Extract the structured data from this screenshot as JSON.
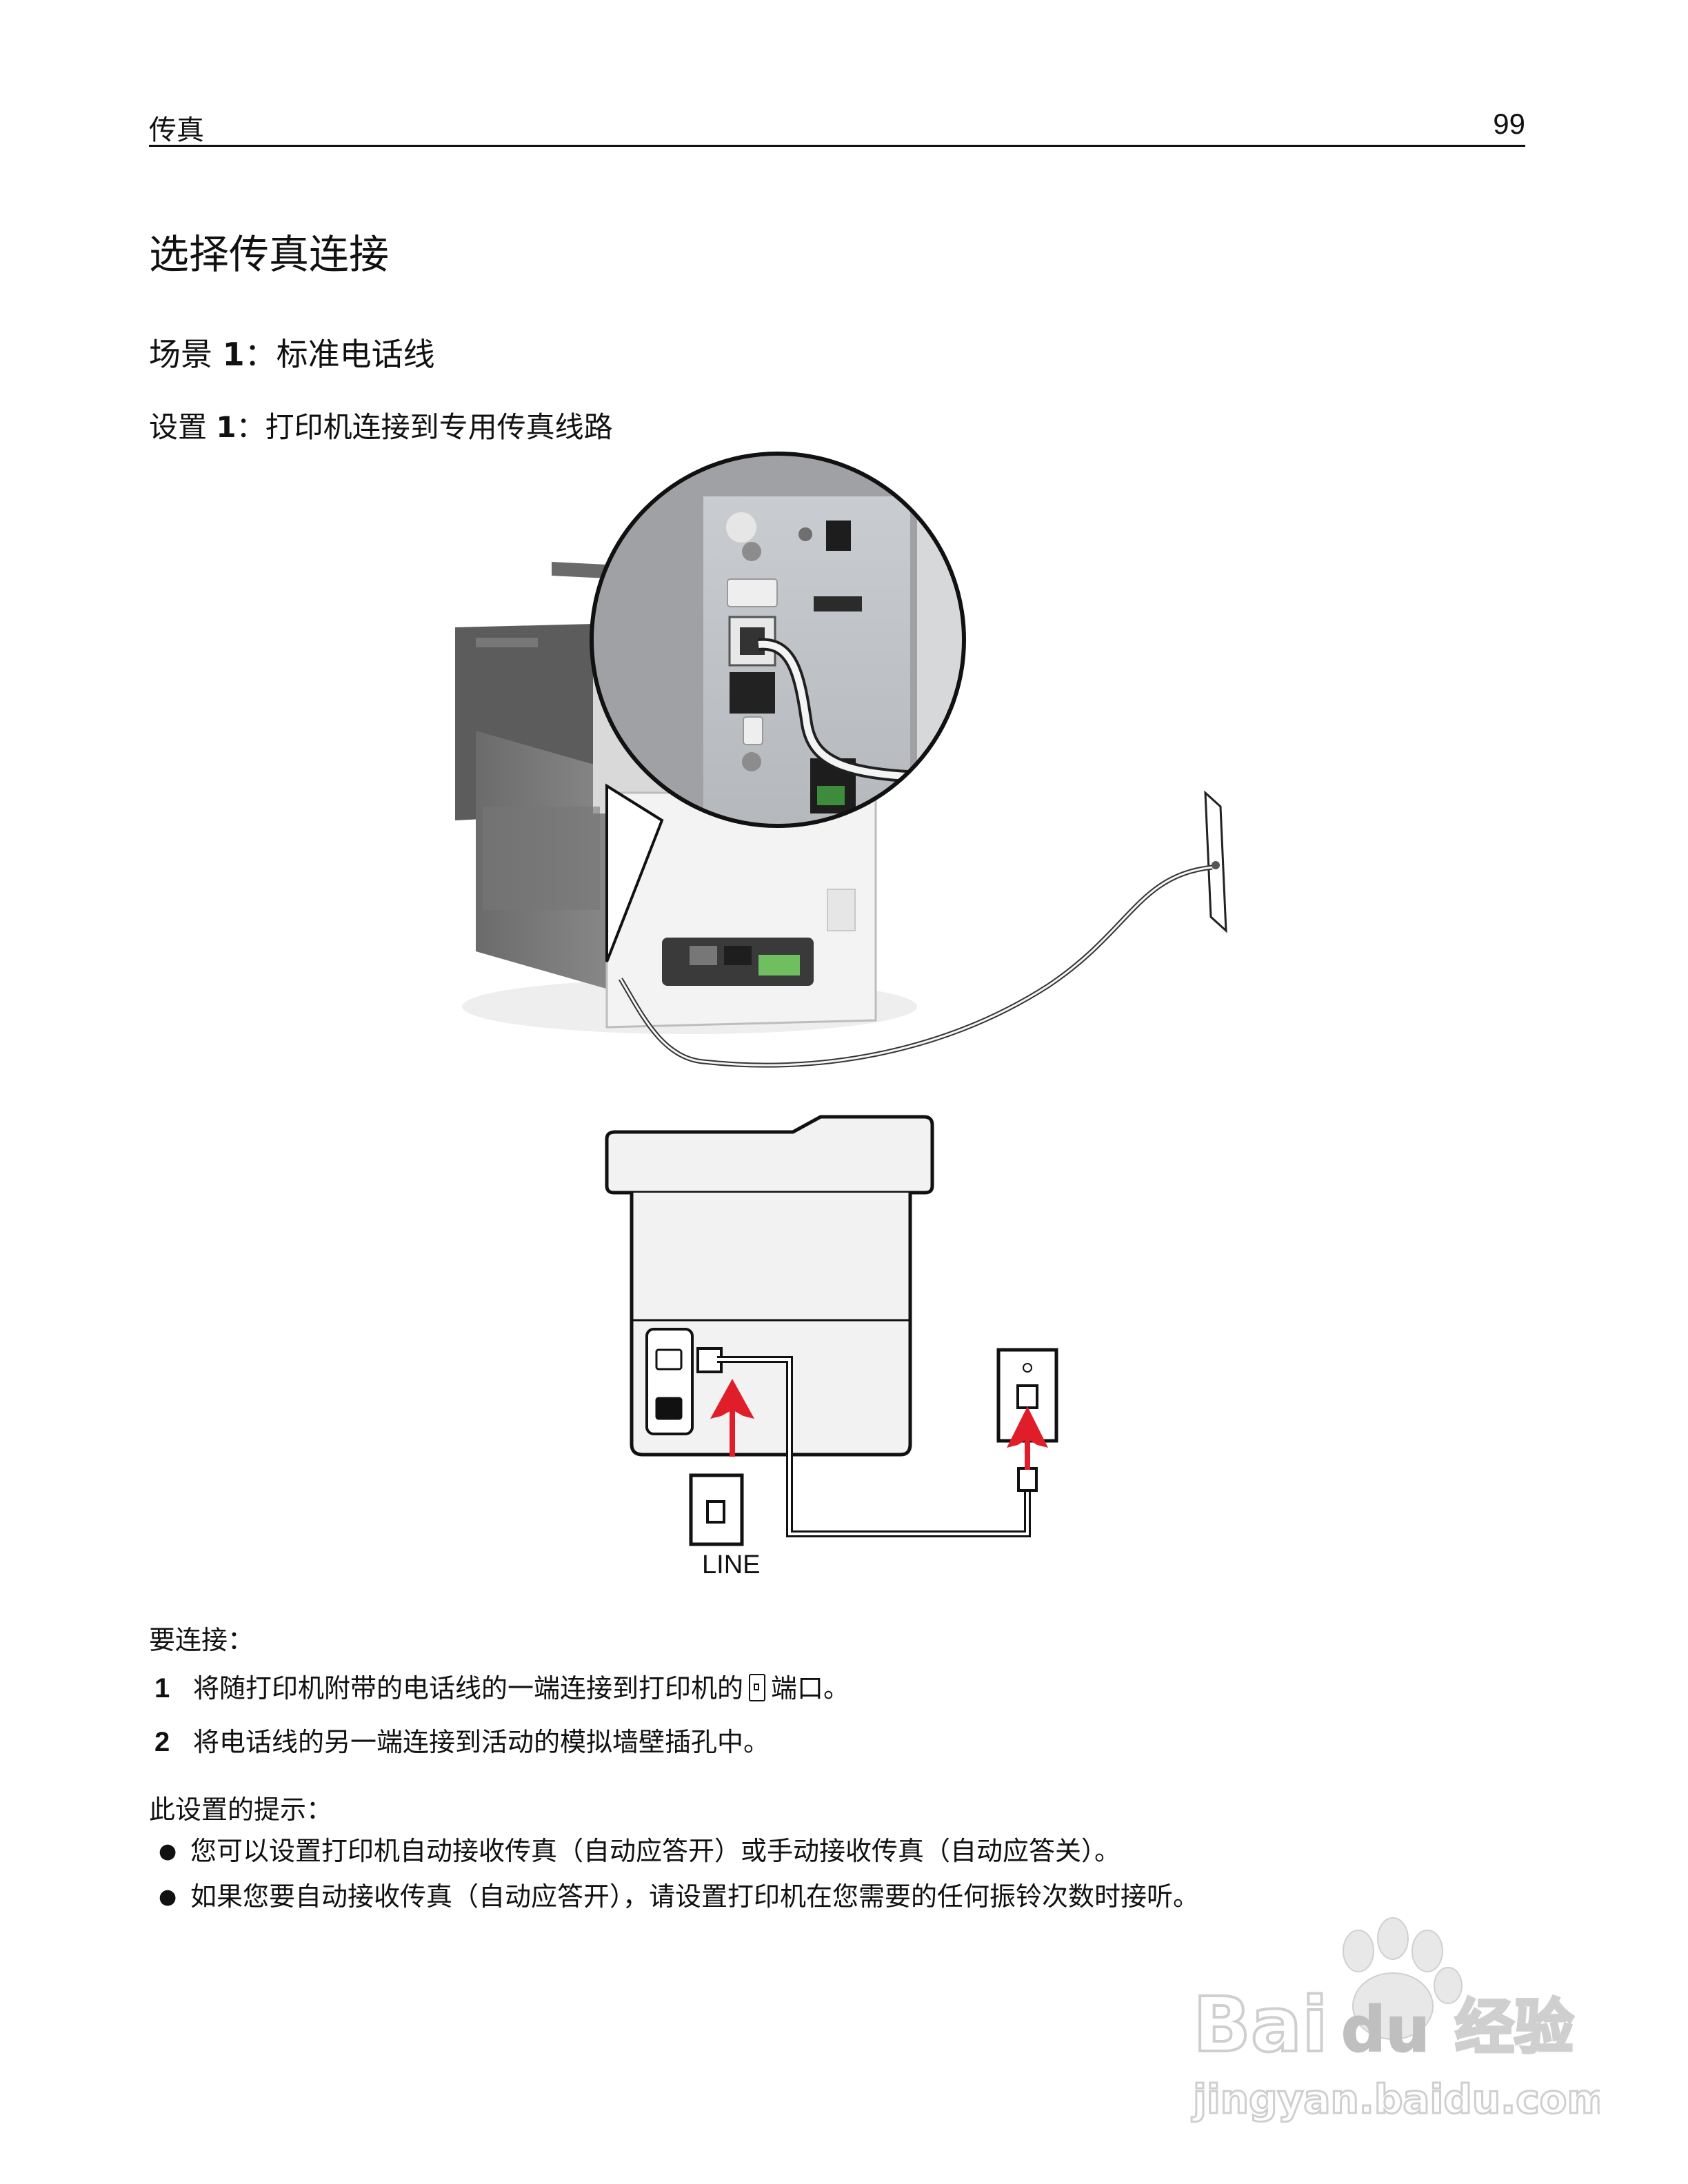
{
  "header": {
    "section": "传真",
    "page_number": "99"
  },
  "title": "选择传真连接",
  "scenario": {
    "prefix": "场景 ",
    "number": "1",
    "suffix": "：标准电话线"
  },
  "setup": {
    "prefix": "设置 ",
    "number": "1",
    "suffix": "：打印机连接到专用传真线路"
  },
  "figure": {
    "diagram_label": "LINE"
  },
  "connect": {
    "title": "要连接：",
    "steps": [
      {
        "num": "1",
        "text_before": "将随打印机附带的电话线的一端连接到打印机的",
        "text_after": "端口。"
      },
      {
        "num": "2",
        "text": "将电话线的另一端连接到活动的模拟墙壁插孔中。"
      }
    ]
  },
  "tips": {
    "title": "此设置的提示：",
    "items": [
      "您可以设置打印机自动接收传真（自动应答开）或手动接收传真（自动应答关）。",
      "如果您要自动接收传真（自动应答开），请设置打印机在您需要的任何振铃次数时接听。"
    ]
  },
  "watermark": {
    "brand_a": "Bai",
    "brand_b": "du",
    "brand_c": "经验",
    "url": "jingyan.baidu.com"
  },
  "colors": {
    "arrow": "#e01e2a",
    "text": "#111111",
    "printer_body": "#f2f2f2",
    "printer_dark": "#5a5a5a"
  }
}
